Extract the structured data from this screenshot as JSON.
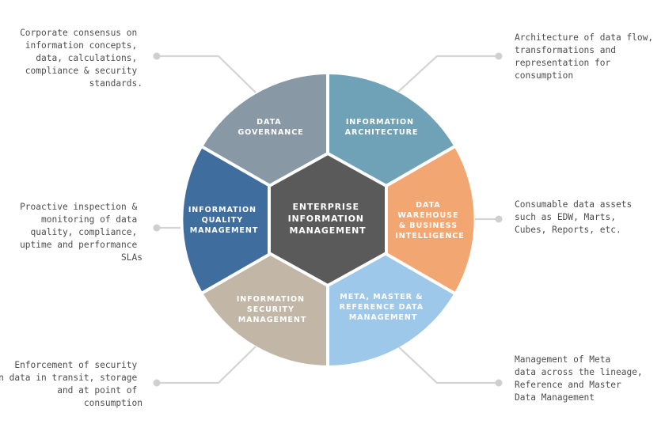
{
  "center": {
    "lines": [
      "ENTERPRISE",
      "INFORMATION",
      "MANAGEMENT"
    ],
    "color": "#5a5a5a"
  },
  "segments": [
    {
      "key": "information-architecture",
      "lines": [
        "INFORMATION",
        "ARCHITECTURE"
      ],
      "color": "#6fa2b7",
      "description": [
        "Architecture of data flow,",
        "transformations and",
        "representation for",
        "consumption"
      ]
    },
    {
      "key": "data-warehouse",
      "lines": [
        "DATA",
        "WAREHOUSE",
        "& BUSINESS",
        "INTELLIGENCE"
      ],
      "color": "#f2a672",
      "description": [
        "Consumable data assets",
        "such as EDW, Marts,",
        "Cubes, Reports, etc."
      ]
    },
    {
      "key": "meta-master-reference",
      "lines": [
        "META, MASTER &",
        "REFERENCE DATA",
        "MANAGEMENT"
      ],
      "color": "#9ec8ea",
      "description": [
        "Management of Meta",
        "data across the lineage,",
        "Reference and Master",
        "Data Management"
      ]
    },
    {
      "key": "information-security",
      "lines": [
        "INFORMATION",
        "SECURITY",
        "MANAGEMENT"
      ],
      "color": "#c2b6a6",
      "description": [
        "Enforcement of security",
        "on data in transit, storage",
        "and at point of",
        "consumption"
      ]
    },
    {
      "key": "information-quality",
      "lines": [
        "INFORMATION",
        "QUALITY",
        "MANAGEMENT"
      ],
      "color": "#3f6d9d",
      "description": [
        "Proactive inspection &",
        "monitoring of data",
        "quality, compliance,",
        "uptime and performance",
        "SLAs"
      ]
    },
    {
      "key": "data-governance",
      "lines": [
        "DATA",
        "GOVERNANCE"
      ],
      "color": "#8898a4",
      "description": [
        "Corporate consensus on",
        "information concepts,",
        "data, calculations,",
        "compliance & security",
        "standards."
      ]
    }
  ],
  "connector_color": "#d4d4d4",
  "text_color": "#4d4d4d"
}
